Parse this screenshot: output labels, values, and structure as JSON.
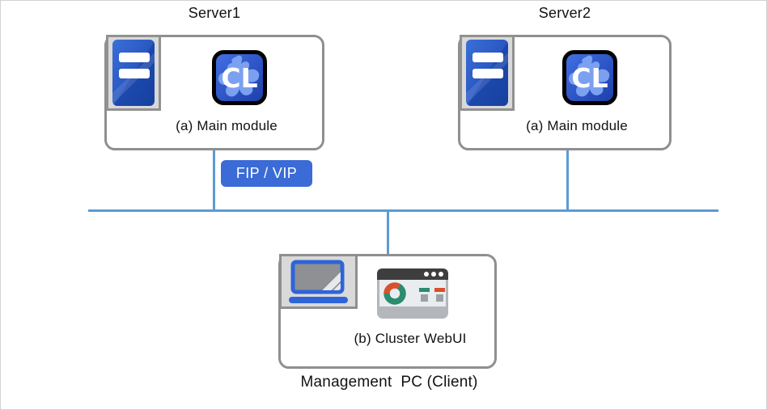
{
  "nodes": {
    "server1": {
      "title": "Server1",
      "module_label": "(a) Main module"
    },
    "server2": {
      "title": "Server2",
      "module_label": "(a) Main module"
    },
    "management_pc": {
      "module_label": "(b) Cluster WebUI",
      "caption": "Management  PC (Client)"
    }
  },
  "badge": {
    "label": "FIP / VIP"
  },
  "icons": {
    "cl_text": "CL",
    "names": [
      "server-tower-icon",
      "cluster-cl-icon",
      "laptop-icon",
      "webui-dashboard-icon"
    ]
  },
  "colors": {
    "network_line": "#5b9bd5",
    "badge_blue": "#3a6bd6",
    "box_border": "#8f8f8f",
    "icon_square_bg": "#d9d9d9",
    "icon_blue_light": "#3b6fd8",
    "icon_blue_dark": "#16419f",
    "cl_blob": "#7fa4f2",
    "browser_bar": "#3e3e3e",
    "donut_green": "#2b8c6e",
    "donut_red": "#d9502c",
    "laptop_blue": "#2f64d8"
  }
}
